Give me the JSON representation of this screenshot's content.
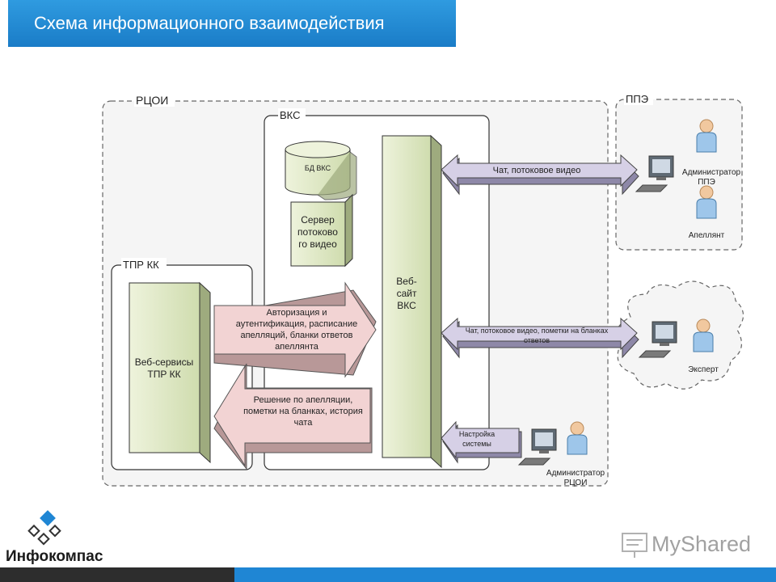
{
  "slide": {
    "title": "Схема информационного взаимодействия"
  },
  "zones": {
    "rcoi": "РЦОИ",
    "vks": "ВКС",
    "tpr_kk": "ТПР КК",
    "ppe": "ППЭ"
  },
  "components": {
    "db": "БД ВКС",
    "stream_server": [
      "Сервер",
      "потоково",
      "го видео"
    ],
    "website": [
      "Веб-",
      "сайт",
      "ВКС"
    ],
    "web_services": [
      "Веб-сервисы",
      "ТПР КК"
    ]
  },
  "arrows": {
    "auth": [
      "Авторизация и",
      "аутентификация, расписание",
      "апелляций, бланки ответов",
      "апеллянта"
    ],
    "decision": [
      "Решение по апелляции,",
      "пометки на бланках, история",
      "чата"
    ],
    "ppe_chat": "Чат, потоковое видео",
    "expert_chat": [
      "Чат, потоковое видео, пометки на бланках",
      "ответов"
    ],
    "settings": [
      "Настройка",
      "системы"
    ]
  },
  "actors": {
    "admin_ppe": [
      "Администратор",
      "ППЭ"
    ],
    "appellant": "Апеллянт",
    "expert": "Эксперт",
    "admin_rcoi": [
      "Администратор",
      "РЦОИ"
    ]
  },
  "branding": {
    "logo": "Инфокомпас",
    "watermark": "MyShared"
  },
  "colors": {
    "title_bg": "#1a7cc7",
    "component_fill": "#dfe8c8",
    "pink_arrow": "#f2d3d3",
    "purple_arrow": "#d6d0e6",
    "footer_blue": "#1f86d4"
  }
}
